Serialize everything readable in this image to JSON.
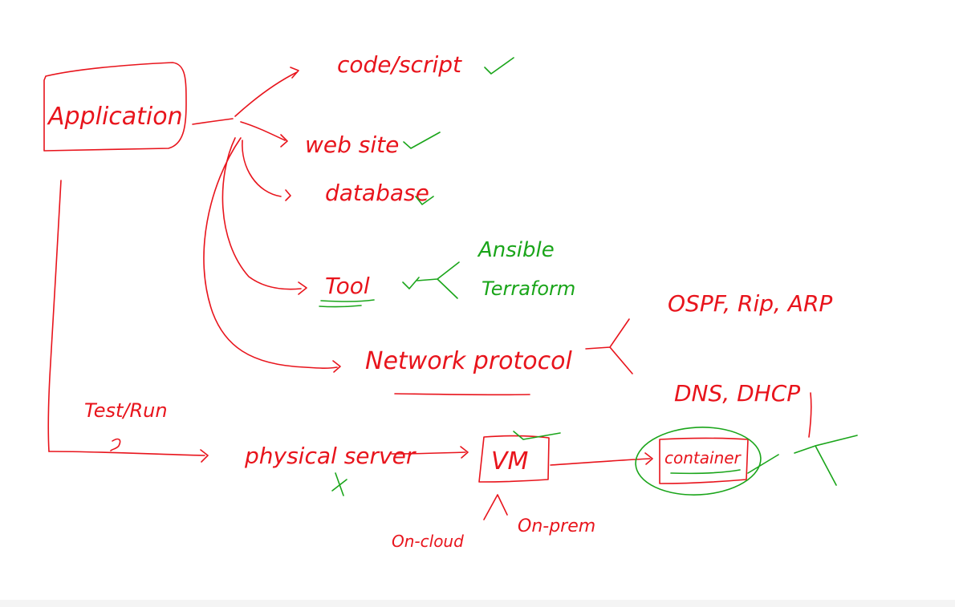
{
  "labels": {
    "application": "Application",
    "code_script": "code/script",
    "website": "web site",
    "database": "database",
    "tool": "Tool",
    "ansible": "Ansible",
    "terraform": "Terraform",
    "network_protocol": "Network protocol",
    "routing_protocols": "OSPF, Rip, ARP",
    "dns_dhcp": "DNS, DHCP",
    "test_run": "Test/Run",
    "physical_server": "physical server",
    "vm": "VM",
    "container": "container",
    "on_cloud": "On-cloud",
    "on_prem": "On-prem"
  },
  "colors": {
    "red_ink": "#e8141c",
    "green_ink": "#1aa51a",
    "background": "#ffffff"
  }
}
